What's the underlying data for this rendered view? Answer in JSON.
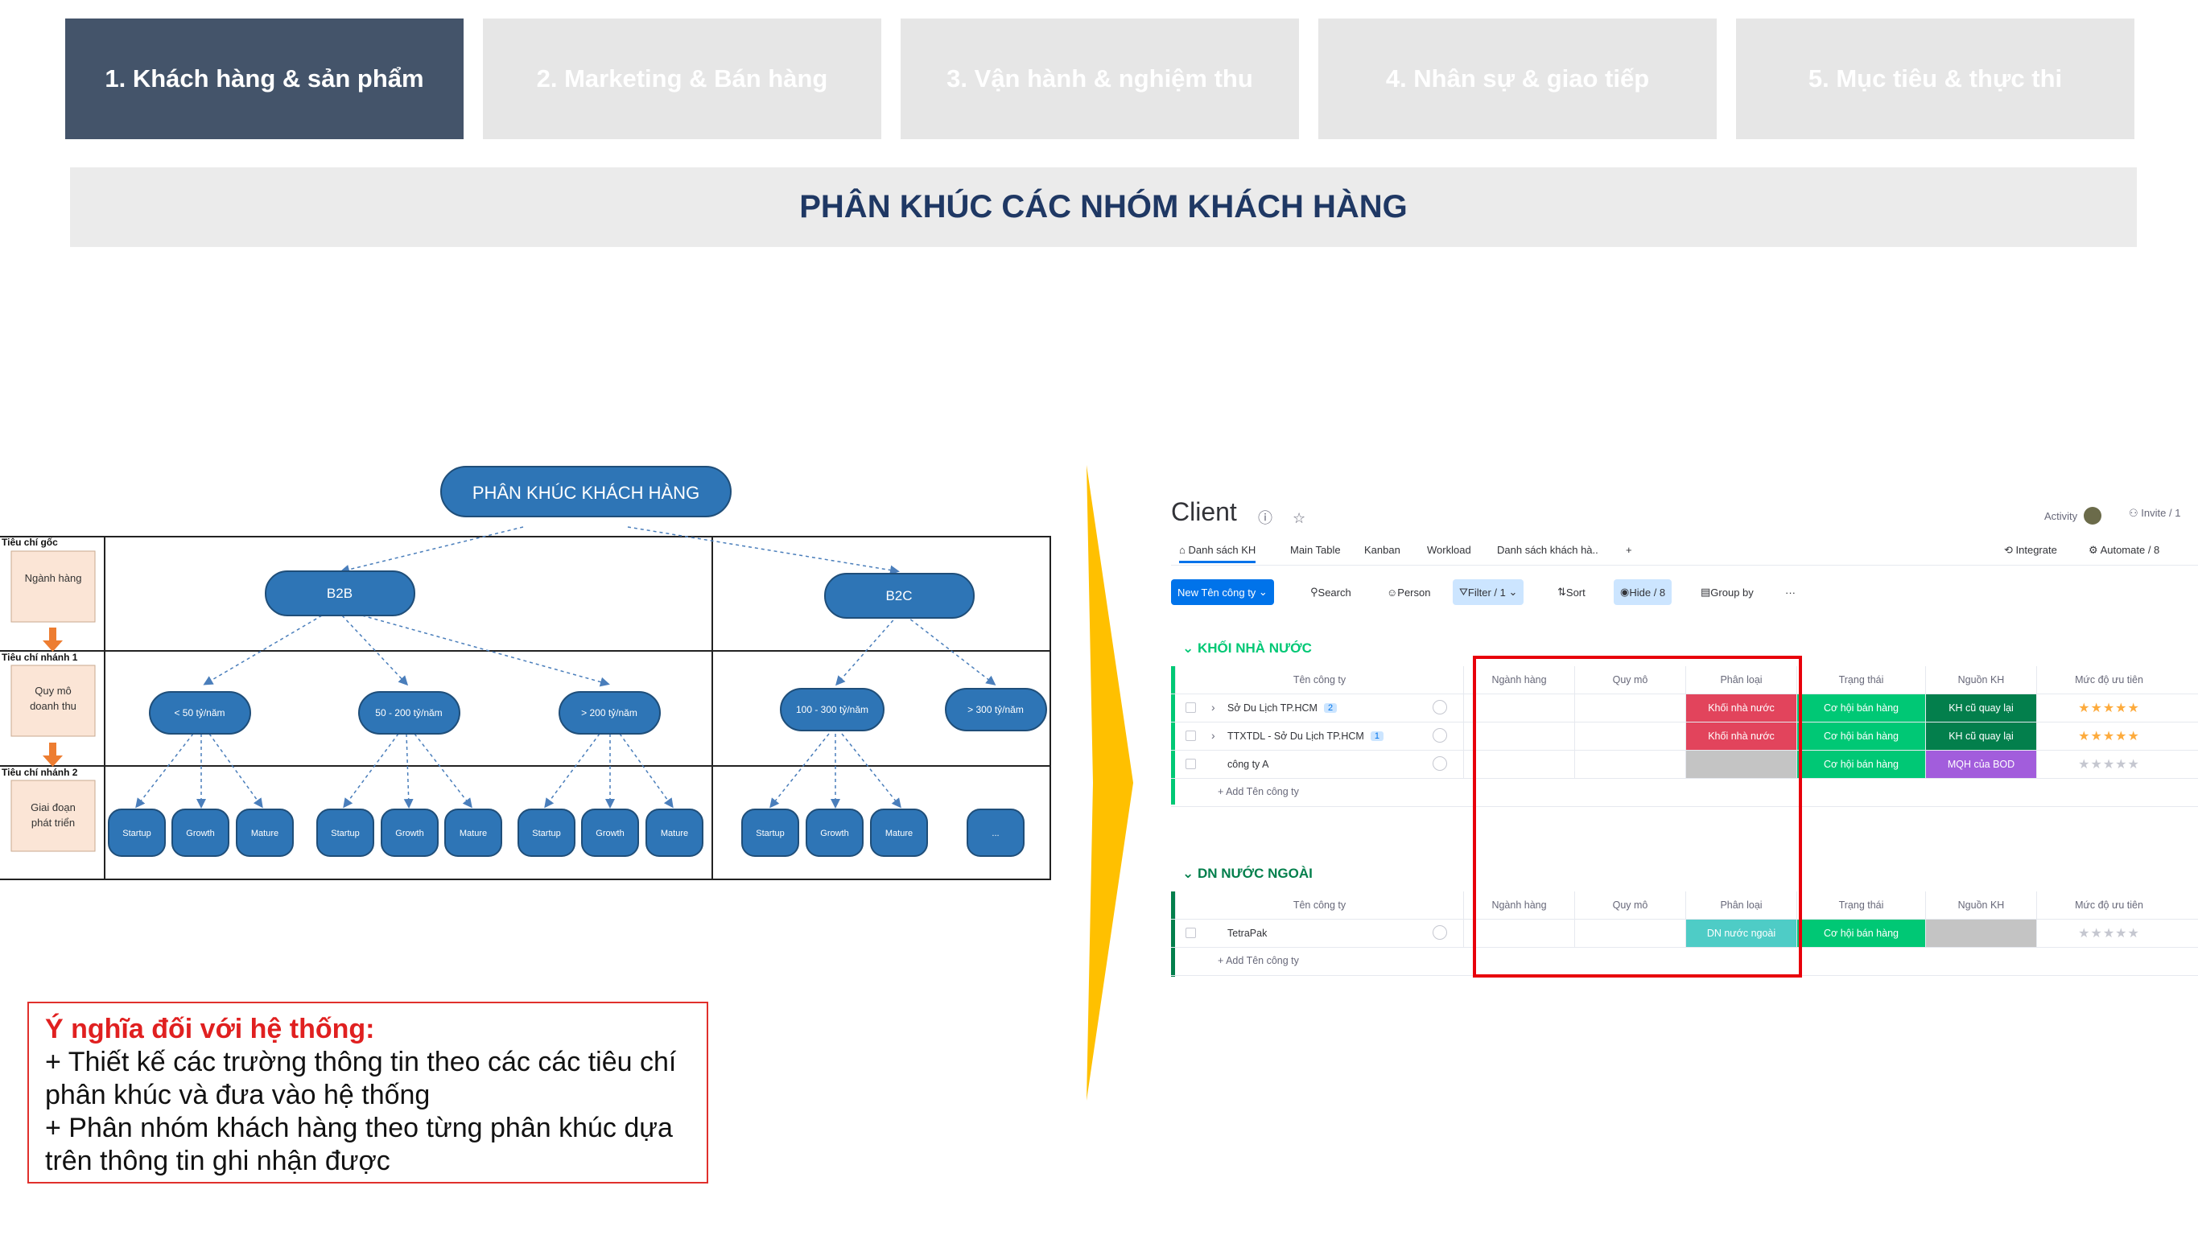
{
  "tabs": [
    {
      "label": "1. Khách hàng & sản phẩm",
      "active": true
    },
    {
      "label": "2. Marketing & Bán hàng",
      "active": false
    },
    {
      "label": "3. Vận hành & nghiệm thu",
      "active": false
    },
    {
      "label": "4. Nhân sự & giao tiếp",
      "active": false
    },
    {
      "label": "5. Mục tiêu & thực thi",
      "active": false
    }
  ],
  "banner": {
    "title": "PHÂN KHÚC CÁC NHÓM KHÁCH HÀNG"
  },
  "diagram": {
    "root": "PHÂN KHÚC KHÁCH HÀNG",
    "criteria": [
      {
        "header": "Tiêu chí gốc",
        "note": "Ngành hàng"
      },
      {
        "header": "Tiêu chí nhánh 1",
        "note": "Quy mô doanh thu"
      },
      {
        "header": "Tiêu chí nhánh 2",
        "note": "Giai đoạn phát triển"
      }
    ],
    "level1": [
      "B2B",
      "B2C"
    ],
    "level2_b2b": [
      "< 50 tỷ/năm",
      "50 - 200 tỷ/năm",
      "> 200 tỷ/năm"
    ],
    "level2_b2c": [
      "100 - 300 tỷ/năm",
      "> 300 tỷ/năm"
    ],
    "stages": [
      "Startup",
      "Growth",
      "Mature"
    ],
    "more": "..."
  },
  "note": {
    "title": "Ý nghĩa đối với hệ thống:",
    "line1": "+ Thiết kế các trường thông tin theo các các tiêu chí",
    "line2": "phân khúc và đưa vào hệ thống",
    "line3": "+ Phân nhóm khách hàng theo từng phân khúc dựa",
    "line4": "trên thông tin ghi nhận được"
  },
  "app": {
    "title": "Client",
    "title_icons": "ⓘ ☆",
    "activity": "Activity",
    "invite": "Invite / 1",
    "views": [
      "Danh sách KH",
      "Main Table",
      "Kanban",
      "Workload",
      "Danh sách khách hà..",
      "+"
    ],
    "integrate": "Integrate",
    "automate": "Automate / 8",
    "toolbar": {
      "new": "New Tên công ty",
      "search": "Search",
      "person": "Person",
      "filter": "Filter / 1",
      "sort": "Sort",
      "hide": "Hide / 8",
      "groupby": "Group by",
      "more": "···"
    },
    "columns": [
      "Tên công ty",
      "Ngành hàng",
      "Quy mô",
      "Phân loại",
      "Trạng thái",
      "Nguồn KH",
      "Mức độ ưu tiên"
    ],
    "groups": [
      {
        "title": "KHỐI NHÀ NƯỚC",
        "color": "#00c875",
        "rows": [
          {
            "name": "Sở Du Lịch TP.HCM",
            "count": "2",
            "phanloai": "Khối nhà nước",
            "phanloai_color": "#e2445c",
            "trangthai": "Cơ hội bán hàng",
            "nguon": "KH cũ quay lại",
            "nguon_color": "#037f4c",
            "stars": 5
          },
          {
            "name": "TTXTDL - Sở Du Lịch TP.HCM",
            "count": "1",
            "phanloai": "Khối nhà nước",
            "phanloai_color": "#e2445c",
            "trangthai": "Cơ hội bán hàng",
            "nguon": "KH cũ quay lại",
            "nguon_color": "#037f4c",
            "stars": 5
          },
          {
            "name": "công ty A",
            "count": "",
            "phanloai": "",
            "phanloai_color": "#c4c4c4",
            "trangthai": "Cơ hội bán hàng",
            "nguon": "MQH của BOD",
            "nguon_color": "#a25ddc",
            "stars": 0
          }
        ],
        "add": "+ Add Tên công ty"
      },
      {
        "title": "DN NƯỚC NGOÀI",
        "color": "#037f4c",
        "rows": [
          {
            "name": "TetraPak",
            "count": "",
            "phanloai": "DN nước ngoài",
            "phanloai_color": "#4eccc6",
            "trangthai": "Cơ hội bán hàng",
            "nguon": "",
            "nguon_color": "#c4c4c4",
            "stars": 0
          }
        ],
        "add": "+ Add Tên công ty"
      }
    ],
    "trangthai_color": "#00c875",
    "star_glyph": "★★★★★"
  }
}
